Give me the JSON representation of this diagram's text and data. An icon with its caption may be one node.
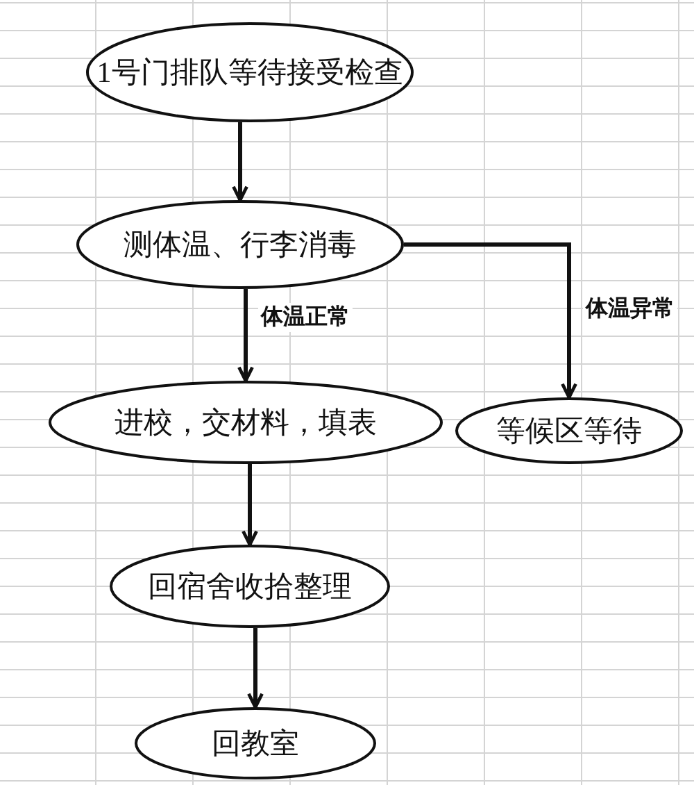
{
  "diagram": {
    "nodes": [
      {
        "text": [
          "1号门排队等待接受检查"
        ]
      },
      {
        "text": [
          "测体温、行李消毒"
        ]
      },
      {
        "text": [
          "进校，交材料，填表"
        ]
      },
      {
        "text": [
          "等候区等待"
        ]
      },
      {
        "text": [
          "回宿舍收拾整理"
        ]
      },
      {
        "text": [
          "回教室"
        ]
      }
    ],
    "edges": [
      {
        "from": 0,
        "to": 1,
        "arrow": "to"
      },
      {
        "from": 1,
        "to": 2,
        "arrow": "to",
        "label": "体温正常"
      },
      {
        "from": 1,
        "to": 3,
        "arrow": "to",
        "label": "体温异常"
      },
      {
        "from": 2,
        "to": 4,
        "arrow": "to"
      },
      {
        "from": 4,
        "to": 5,
        "arrow": "to"
      }
    ]
  }
}
